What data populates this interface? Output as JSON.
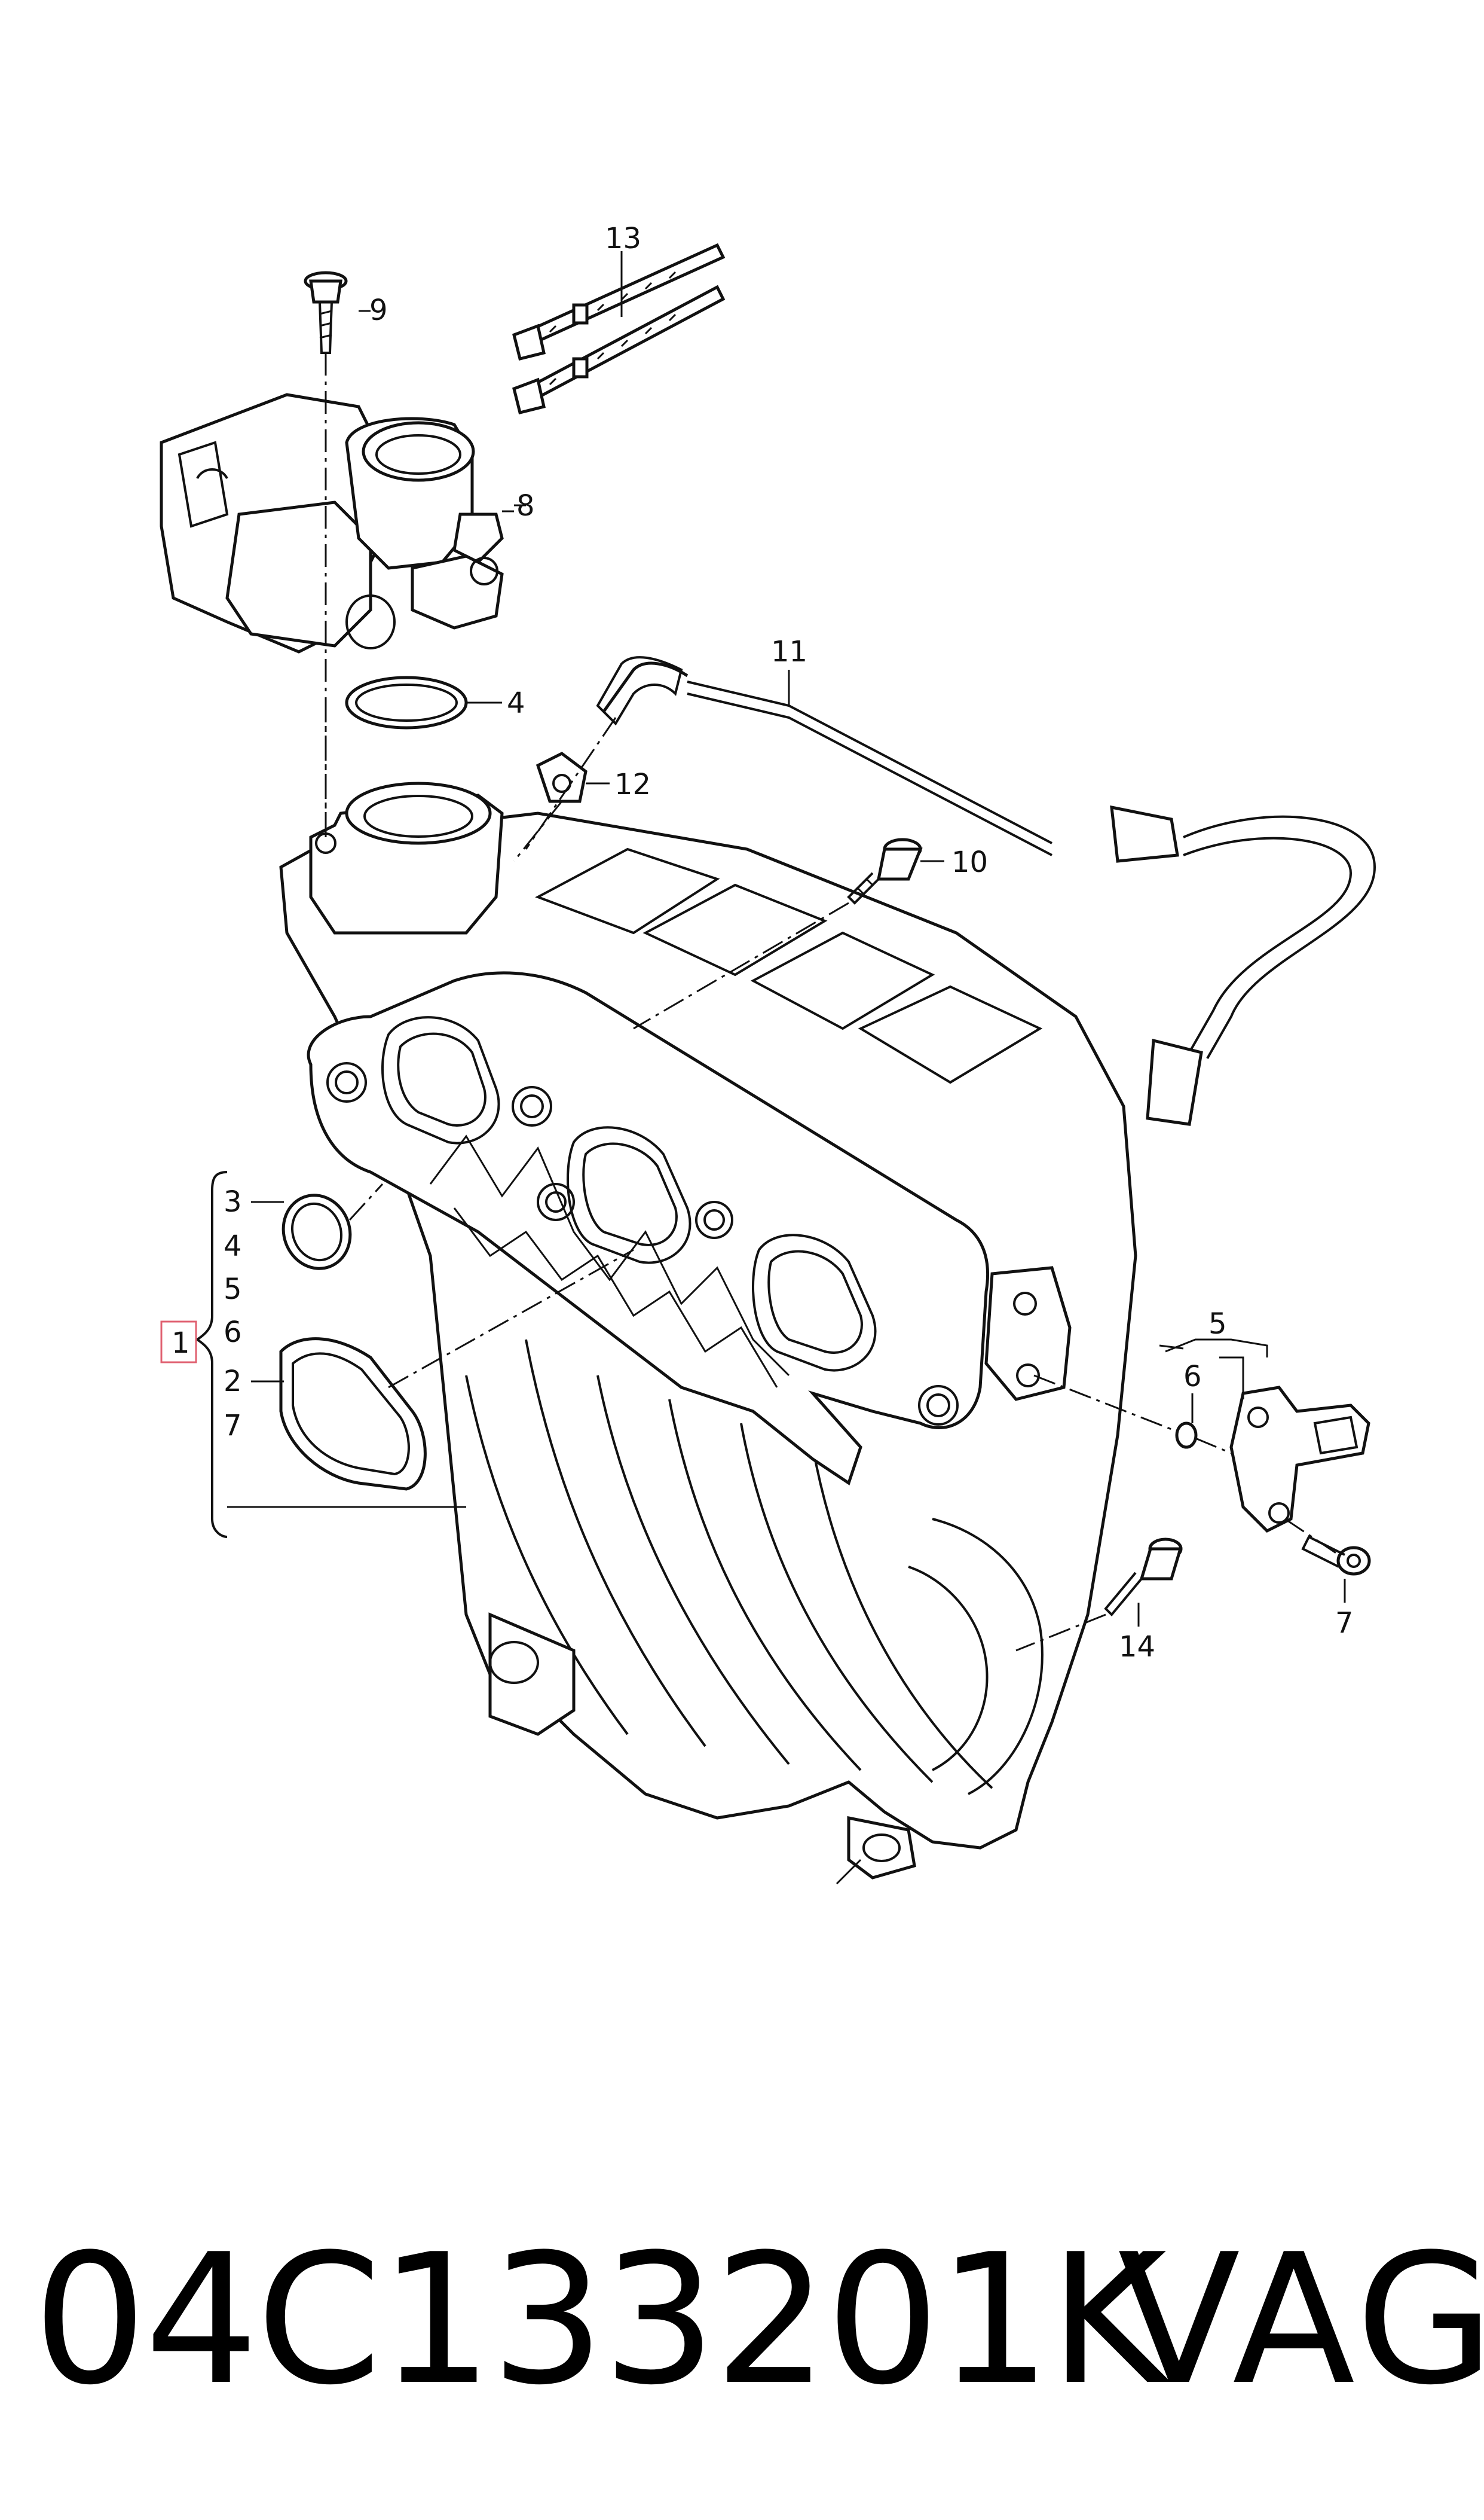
{
  "callouts": {
    "c1": "1",
    "c2": "2",
    "c3": "3",
    "c4a": "4",
    "c4b": "4",
    "c5a": "5",
    "c5b": "5",
    "c6a": "6",
    "c6b": "6",
    "c7a": "7",
    "c7b": "7",
    "c8": "8",
    "c9": "9",
    "c10": "10",
    "c11": "11",
    "c12": "12",
    "c13": "13",
    "c14": "14"
  },
  "footer": {
    "part_number": "04C133201K",
    "brand": "VAG"
  },
  "colors": {
    "line": "#111111",
    "highlight_box": "#e06070",
    "background": "#ffffff"
  }
}
